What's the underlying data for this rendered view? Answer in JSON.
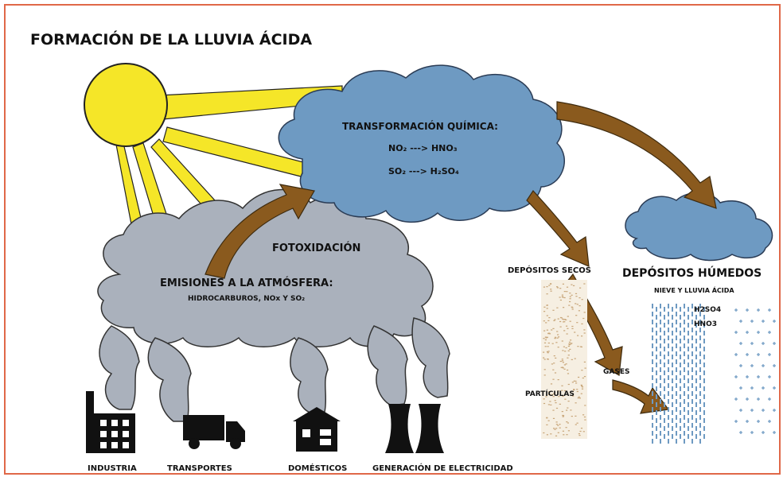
{
  "title": "FORMACIÓN DE LA LLUVIA ÁCIDA",
  "cloud_transformation": {
    "heading": "TRANSFORMACIÓN QUÍMICA:",
    "reaction_1": "NO₂ ---> HNO₃",
    "reaction_2": "SO₂ ---> H₂SO₄"
  },
  "photo_oxidation_label": "FOTOXIDACIÓN",
  "emissions": {
    "heading": "EMISIONES A LA ATMÓSFERA:",
    "subtitle": "HIDROCARBUROS, NOx Y SO₂"
  },
  "dry_deposits": {
    "heading": "DEPÓSITOS SECOS",
    "particles_label": "PARTÍCULAS",
    "gases_label": "GASES"
  },
  "wet_deposits": {
    "heading": "DEPÓSITOS HÚMEDOS",
    "subtitle": "NIEVE Y LLUVIA ÁCIDA",
    "acid_1": "H2SO4",
    "acid_2": "HNO3"
  },
  "sources": {
    "industry": "INDUSTRIA",
    "transport": "TRANSPORTES",
    "domestic": "DOMÉSTICOS",
    "electricity": "GENERACIÓN DE ELECTRICIDAD"
  },
  "colors": {
    "sun": "#F5E628",
    "cloud_blue": "#6E9AC2",
    "smoke_gray": "#AAB1BC",
    "arrow_brown": "#8A5A1E",
    "frame_border": "#E06848"
  }
}
